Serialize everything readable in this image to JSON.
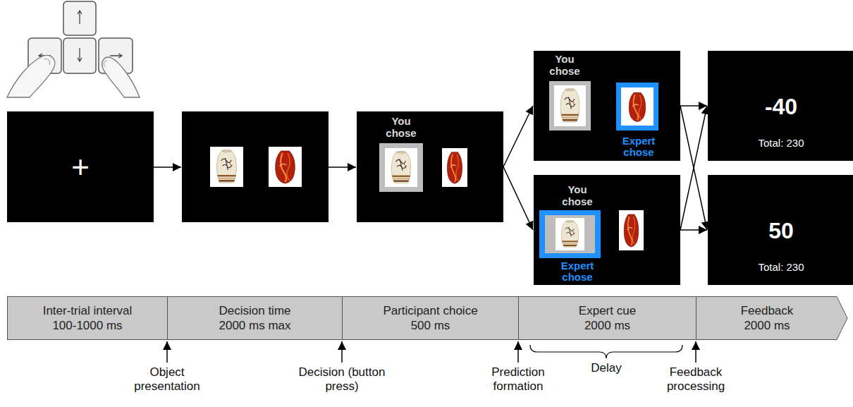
{
  "diagram": {
    "nodes": [
      {
        "text": [
          "+"
        ]
      },
      {
        "text": [
          "You chose"
        ]
      },
      {
        "text": [
          "You chose",
          "Expert chose"
        ]
      },
      {
        "text": [
          "You chose",
          "Expert chose"
        ]
      },
      {
        "text": [
          "-40",
          "Total: 230"
        ]
      },
      {
        "text": [
          "50",
          "Total: 230"
        ]
      },
      {
        "text": [
          "Inter-trial interval",
          "100-1000 ms"
        ]
      },
      {
        "text": [
          "Decision time",
          "2000 ms max"
        ]
      },
      {
        "text": [
          "Participant choice",
          "500 ms"
        ]
      },
      {
        "text": [
          "Expert cue",
          "2000 ms"
        ]
      },
      {
        "text": [
          "Feedback",
          "2000 ms"
        ]
      }
    ],
    "edges": [
      {
        "from": 1,
        "to": 2,
        "arrow": "to"
      },
      {
        "from": 1,
        "to": 3,
        "arrow": "to"
      },
      {
        "from": 2,
        "to": 4,
        "arrow": "to"
      },
      {
        "from": 2,
        "to": 5,
        "arrow": "to"
      },
      {
        "from": 3,
        "to": 4,
        "arrow": "to"
      },
      {
        "from": 3,
        "to": 5,
        "arrow": "to"
      }
    ],
    "labels": [
      "Object presentation",
      "Decision (button press)",
      "Prediction formation",
      "Delay",
      "Feedback processing"
    ]
  }
}
